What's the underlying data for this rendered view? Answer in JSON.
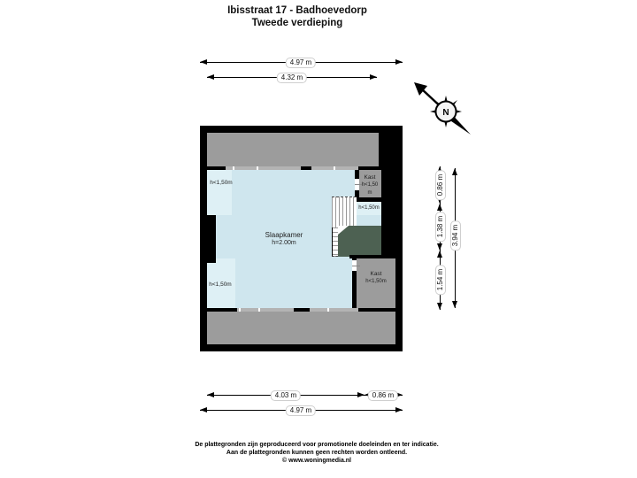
{
  "title": {
    "line1": "Ibisstraat 17 - Badhoevedorp",
    "line2": "Tweede verdieping"
  },
  "floorplan": {
    "rooms": {
      "slaapkamer": {
        "name": "Slaapkamer",
        "height": "h=2.00m"
      },
      "kast_top": {
        "name": "Kast",
        "height": "h<1,50 m"
      },
      "kast_bottom": {
        "name": "Kast",
        "height": "h<1,50m"
      }
    },
    "low_height_labels": {
      "left_top": "h<1,50m",
      "left_bottom": "h<1,50m",
      "stairs": "h<1,50m"
    }
  },
  "dimensions": {
    "top_outer": "4.97 m",
    "top_inner": "4.32 m",
    "bottom_inner_left": "4.03 m",
    "bottom_inner_right": "0.86 m",
    "bottom_outer": "4.97 m",
    "right_top": "0.86 m",
    "right_middle": "1.38 m",
    "right_bottom": "1.54 m",
    "right_total": "3.94 m"
  },
  "compass": {
    "label": "N"
  },
  "footer": {
    "line1": "De plattegronden zijn geproduceerd voor promotionele doeleinden en ter indicatie.",
    "line2": "Aan de plattegronden kunnen geen rechten worden ontleend.",
    "line3": "© www.woningmedia.nl"
  },
  "colors": {
    "room": "#cfe6ee",
    "low_height": "#def0f5",
    "gray_area": "#9c9c9c",
    "stair_void": "#4d6152",
    "wall": "#000000",
    "window": "#b3b3b3"
  }
}
